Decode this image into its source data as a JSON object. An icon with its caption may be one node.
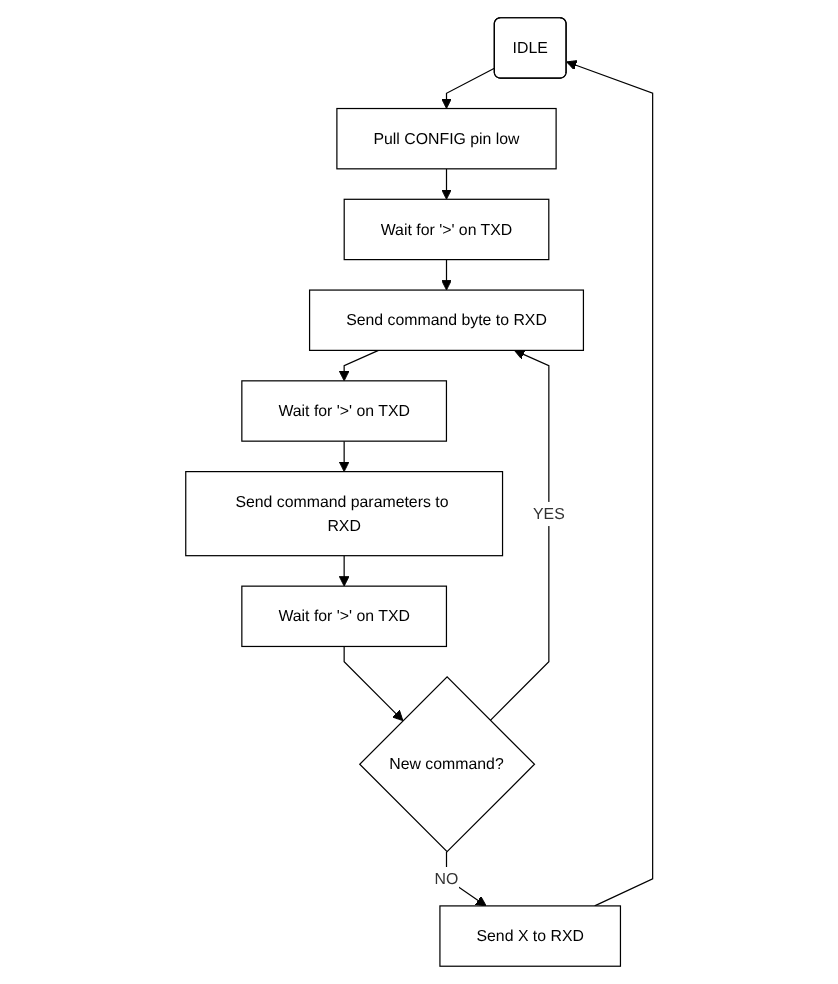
{
  "diagram": {
    "nodes": [
      {
        "text": [
          "IDLE"
        ]
      },
      {
        "text": [
          "Pull CONFIG pin low"
        ]
      },
      {
        "text": [
          "Wait for '>' on TXD"
        ]
      },
      {
        "text": [
          "Send command byte to RXD"
        ]
      },
      {
        "text": [
          "Wait for '>' on TXD"
        ]
      },
      {
        "text": [
          "Send command parameters to RXD"
        ]
      },
      {
        "text": [
          "Wait for '>' on TXD"
        ]
      },
      {
        "text": [
          "New command?"
        ]
      },
      {
        "text": [
          "Send X to RXD"
        ]
      }
    ],
    "edges": [
      {
        "from": 0,
        "to": 1,
        "arrow": "to"
      },
      {
        "from": 1,
        "to": 2,
        "arrow": "to"
      },
      {
        "from": 2,
        "to": 3,
        "arrow": "to"
      },
      {
        "from": 3,
        "to": 4,
        "arrow": "to"
      },
      {
        "from": 4,
        "to": 5,
        "arrow": "to"
      },
      {
        "from": 5,
        "to": 6,
        "arrow": "to"
      },
      {
        "from": 6,
        "to": 7,
        "arrow": "to"
      },
      {
        "from": 7,
        "to": 3,
        "label": "YES",
        "arrow": "to"
      },
      {
        "from": 7,
        "to": 8,
        "label": "NO",
        "arrow": "to"
      },
      {
        "from": 8,
        "to": 0,
        "arrow": "to"
      }
    ]
  }
}
